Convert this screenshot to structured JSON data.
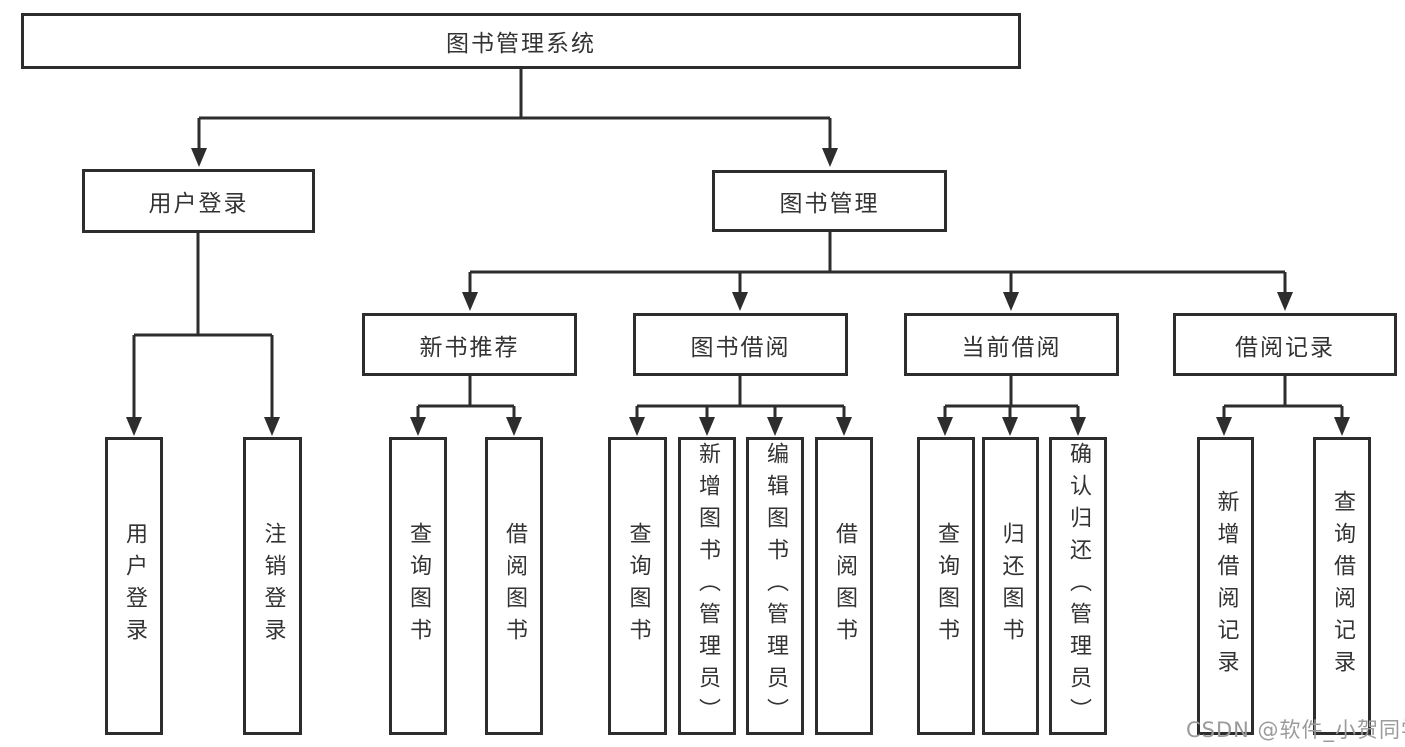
{
  "diagram": {
    "title": "图书管理系统",
    "colors": {
      "box_border": "#2d2d2d",
      "line": "#2d2d2d",
      "text": "#333333",
      "background": "#ffffff",
      "watermark_text_color": "#9b9b9b"
    },
    "nodes": {
      "root": "图书管理系统",
      "user_login": "用户登录",
      "book_management": "图书管理",
      "new_book_recommend": "新书推荐",
      "book_borrow": "图书借阅",
      "current_borrow": "当前借阅",
      "borrow_records": "借阅记录",
      "user_login_children": [
        "用户登录",
        "注销登录"
      ],
      "new_book_children": [
        "查询图书",
        "借阅图书"
      ],
      "book_borrow_children": [
        "查询图书",
        "新增图书（管理员）",
        "编辑图书（管理员）",
        "借阅图书"
      ],
      "current_borrow_children": [
        "查询图书",
        "归还图书",
        "确认归还（管理员）"
      ],
      "borrow_record_children": [
        "新增借阅记录",
        "查询借阅记录"
      ]
    },
    "watermark": "CSDN @软件_小贺同学"
  }
}
